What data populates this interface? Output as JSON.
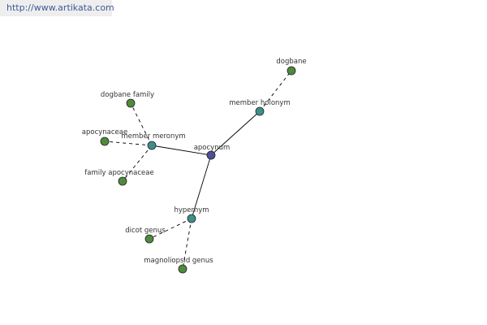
{
  "header": {
    "url": "http://www.artikata.com"
  },
  "colors": {
    "url_bg": "#eeeeee",
    "url_text": "#3c5a9a",
    "root_node": "#4a4f98",
    "relation_node": "#3e8f8a",
    "leaf_node": "#4f8a3c",
    "edge": "#000000"
  },
  "graph": {
    "root": "apocynum",
    "relations": [
      {
        "id": "rel-member-meronym",
        "label": "member meronym"
      },
      {
        "id": "rel-member-holonym",
        "label": "member holonym"
      },
      {
        "id": "rel-hypernym",
        "label": "hypernym"
      }
    ],
    "leaves": [
      {
        "id": "leaf-dogbane-family",
        "label": "dogbane family",
        "parent": "rel-member-meronym"
      },
      {
        "id": "leaf-apocynaceae",
        "label": "apocynaceae",
        "parent": "rel-member-meronym"
      },
      {
        "id": "leaf-family-apocynaceae",
        "label": "family apocynaceae",
        "parent": "rel-member-meronym"
      },
      {
        "id": "leaf-dogbane",
        "label": "dogbane",
        "parent": "rel-member-holonym"
      },
      {
        "id": "leaf-dicot-genus",
        "label": "dicot genus",
        "parent": "rel-hypernym"
      },
      {
        "id": "leaf-magnoliopsid-genus",
        "label": "magnoliopsid genus",
        "parent": "rel-hypernym"
      }
    ]
  }
}
